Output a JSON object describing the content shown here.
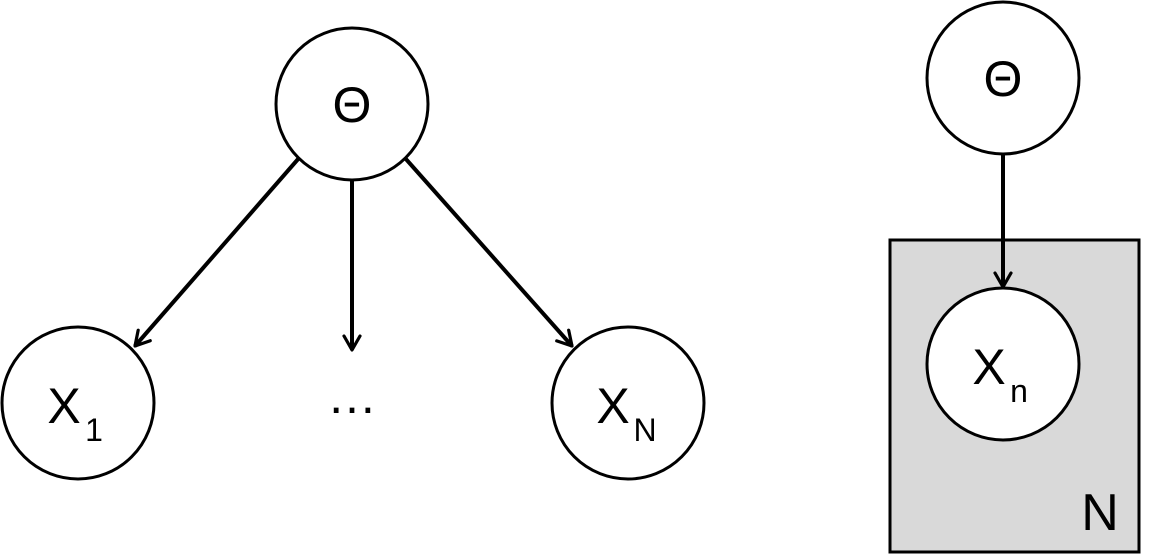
{
  "left_model": {
    "theta_label": "Θ",
    "x1_base": "X",
    "x1_sub": "1",
    "ellipsis": "…",
    "xN_base": "X",
    "xN_sub": "N"
  },
  "right_model": {
    "theta_label": "Θ",
    "xn_base": "X",
    "xn_sub": "n",
    "plate_label": "N"
  },
  "colors": {
    "stroke": "#000000",
    "node_fill": "#ffffff",
    "plate_fill": "#d9d9d9"
  }
}
